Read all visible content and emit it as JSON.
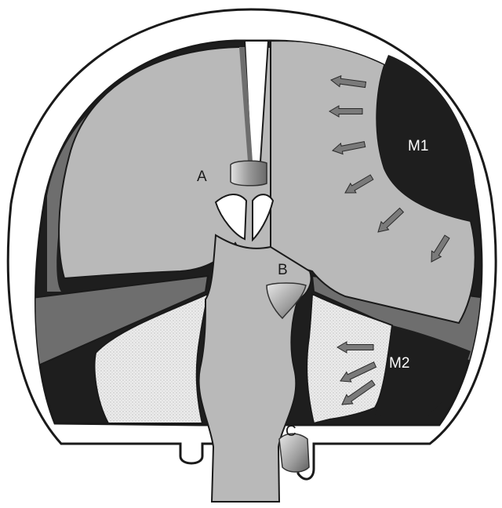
{
  "figure": {
    "labels": {
      "a": "A",
      "b": "B",
      "c": "C",
      "m1": "M1",
      "m2": "M2"
    },
    "colors": {
      "background": "#ffffff",
      "skull_outline": "#1a1a1a",
      "brain_tissue": "#b9b9b9",
      "mass": "#1e1e1e",
      "falx_tentorium": "#6e6e6e",
      "cerebellar_hatch": "#ececec",
      "arrow": "#7a7a7a",
      "label_dark": "#1a1a1a",
      "label_light": "#ffffff"
    },
    "icons": [
      "arrow-icon"
    ]
  }
}
